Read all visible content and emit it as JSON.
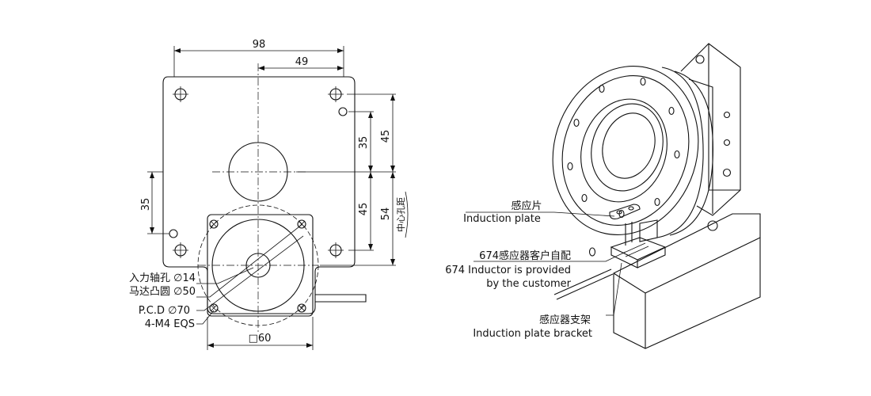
{
  "left_view": {
    "dim_top": "98",
    "dim_half": "49",
    "dim_35_right": "35",
    "dim_45_upper": "45",
    "dim_45_lower": "45",
    "dim_54": "54",
    "center_hole_distance": "中心孔距",
    "dim_35_left": "35",
    "dim_motor_square": "□60",
    "callout_input_shaft": "入力轴孔 ∅14",
    "callout_motor_boss": "马达凸圆 ∅50",
    "callout_pcd": "P.C.D ∅70",
    "callout_holes": "4-M4 EQS"
  },
  "right_view": {
    "plate_cn": "感应片",
    "plate_en": "Induction plate",
    "inductor_cn": "674感应器客户自配",
    "inductor_en_1": "674 Inductor is provided",
    "inductor_en_2": "by the customer",
    "bracket_cn": "感应器支架",
    "bracket_en": "Induction plate bracket"
  }
}
